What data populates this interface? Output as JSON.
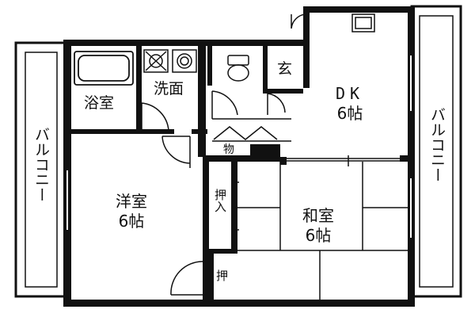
{
  "rooms": {
    "bath": "浴室",
    "washroom": "洗面",
    "entrance": "玄",
    "dk_name": "DK",
    "dk_size": "6帖",
    "western_name": "洋室",
    "western_size": "6帖",
    "japanese_name": "和室",
    "japanese_size": "6帖",
    "storage": "物",
    "closet_upper": "押入",
    "closet_lower": "押",
    "balcony_left": "バルコニー",
    "balcony_right": "バルコニー"
  },
  "colors": {
    "wall": "#111111",
    "background": "#ffffff"
  }
}
